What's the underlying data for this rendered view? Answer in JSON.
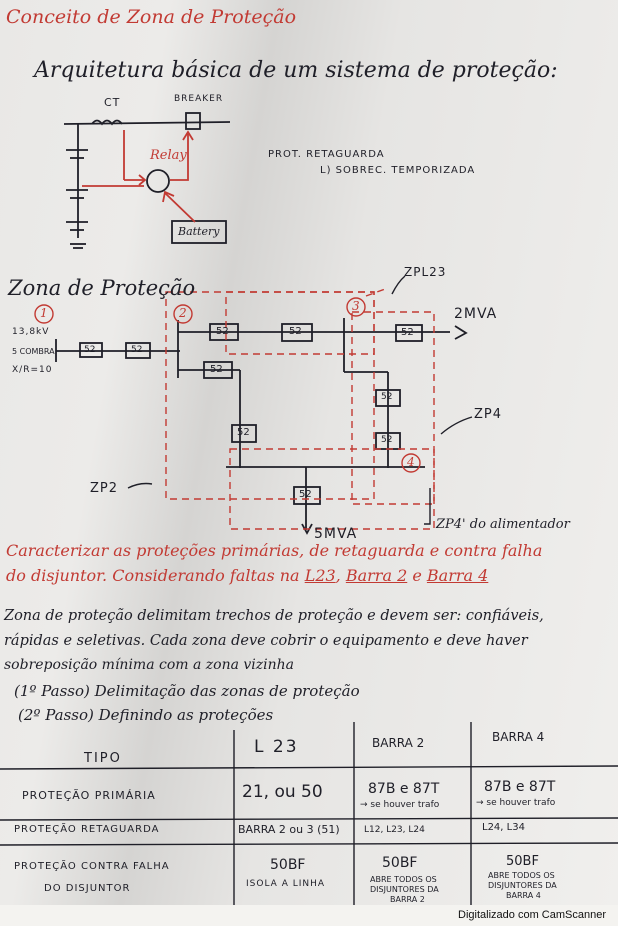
{
  "title": "Conceito de Zona de Proteção",
  "arch_heading": "Arquitetura básica de um sistema de proteção:",
  "arch_labels": {
    "ct": "CT",
    "breaker": "BREAKER",
    "relay": "Relay",
    "battery": "Battery",
    "backup_1": "PROT. RETAGUARDA",
    "backup_2": "L) SOBREC. TEMPORIZADA"
  },
  "zone_heading": "Zona de Proteção",
  "zone_labels": {
    "n1": "1",
    "n2": "2",
    "n3": "3",
    "n4": "4",
    "source_1": "13,8kV",
    "source_2": "5 COMBRA",
    "source_3": "X/R=10",
    "breaker": "52",
    "zpl23": "ZPL23",
    "load_top": "2MVA",
    "zp4": "ZP4",
    "zp2": "ZP2",
    "load_bottom": "5MVA",
    "zp4_feeder": "ZP4' do alimentador"
  },
  "red_note_1": "Caracterizar as proteções primárias, de retaguarda e contra falha",
  "red_note_2a": "do disjuntor. Considerando faltas na",
  "red_note_2b": "L23",
  "red_note_2c": "Barra 2",
  "red_note_2d": "e",
  "red_note_2e": "Barra 4",
  "body_lines": [
    "Zona de proteção delimitam trechos de proteção e devem ser: confiáveis,",
    "rápidas e seletivas. Cada zona deve cobrir o equipamento e deve haver",
    "sobreposição mínima com a zona vizinha"
  ],
  "step_1": "(1º Passo) Delimitação das zonas de proteção",
  "step_2": "(2º Passo) Definindo as proteções",
  "table": {
    "headers": [
      "TIPO",
      "L 23",
      "BARRA 2",
      "BARRA 4"
    ],
    "rows": [
      {
        "tipo": "PROTEÇÃO PRIMÁRIA",
        "l23": "21, ou 50",
        "b2": "87B e 87T",
        "b2_note": "→ se houver trafo",
        "b4": "87B e 87T",
        "b4_note": "→ se houver trafo"
      },
      {
        "tipo": "PROTEÇÃO RETAGUARDA",
        "l23": "BARRA 2 ou 3 (51)",
        "b2": "L12, L23, L24",
        "b2_note": "",
        "b4": "L24, L34",
        "b4_note": ""
      },
      {
        "tipo": "PROTEÇÃO CONTRA FALHA",
        "tipo_2": "DO DISJUNTOR",
        "l23": "50BF",
        "l23_note": "ISOLA A LINHA",
        "b2": "50BF",
        "b2_note": "ABRE TODOS OS",
        "b2_note_2": "DISJUNTORES DA",
        "b2_note_3": "BARRA 2",
        "b4": "50BF",
        "b4_note": "ABRE TODOS OS",
        "b4_note_2": "DISJUNTORES DA",
        "b4_note_3": "BARRA 4"
      }
    ]
  },
  "footer": "Digitalizado com CamScanner",
  "colors": {
    "ink": "#1f1f28",
    "red_ink": "#c23a33",
    "paper": "#ecebe9"
  }
}
